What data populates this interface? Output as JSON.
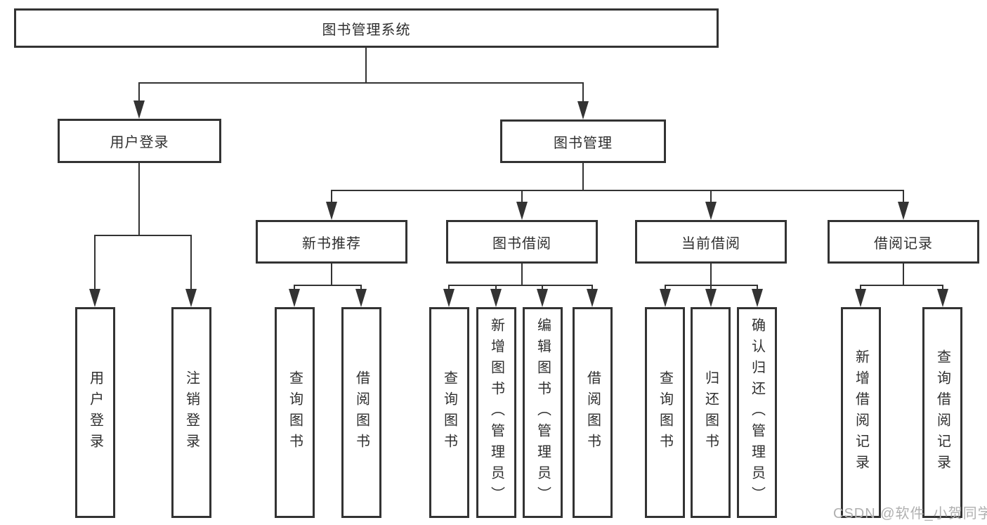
{
  "diagram": {
    "title": "图书管理系统",
    "root": {
      "label": "图书管理系统"
    },
    "level2": [
      {
        "label": "用户登录"
      },
      {
        "label": "图书管理"
      }
    ],
    "level3": [
      {
        "label": "新书推荐"
      },
      {
        "label": "图书借阅"
      },
      {
        "label": "当前借阅"
      },
      {
        "label": "借阅记录"
      }
    ],
    "leaves": {
      "user_login": [
        "用户登录",
        "注销登录"
      ],
      "new_book": [
        "查询图书",
        "借阅图书"
      ],
      "book_borrow": [
        "查询图书",
        "新增图书（管理员）",
        "编辑图书（管理员）",
        "借阅图书"
      ],
      "current_borrow": [
        "查询图书",
        "归还图书",
        "确认归还（管理员）"
      ],
      "borrow_record": [
        "新增借阅记录",
        "查询借阅记录"
      ]
    }
  },
  "watermark": "CSDN @软件_小贺同学",
  "colors": {
    "line": "#333333",
    "text": "#2f2f2f",
    "watermark": "#b0b0b0",
    "background": "#ffffff"
  }
}
